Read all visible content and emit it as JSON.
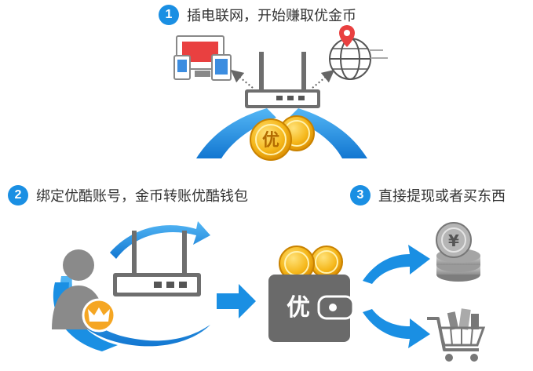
{
  "steps": [
    {
      "number": "1",
      "text": "插电联网，开始赚取优金币"
    },
    {
      "number": "2",
      "text": "绑定优酷账号，金币转账优酷钱包"
    },
    {
      "number": "3",
      "text": "直接提现或者买东西"
    }
  ],
  "coin_glyph": "优",
  "wallet_glyph": "优",
  "yuan_glyph": "¥",
  "colors": {
    "accent_blue": "#1a8fe3",
    "coin_gold": "#f2a90c",
    "device_gray": "#6e6e6e"
  }
}
